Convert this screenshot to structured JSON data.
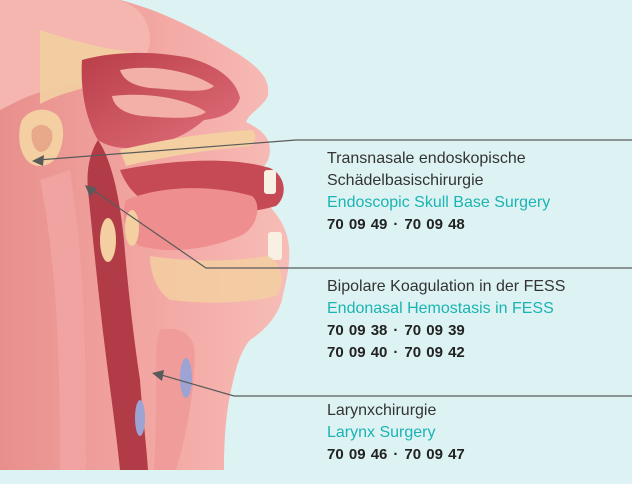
{
  "colors": {
    "background_panel": "#ddf3f3",
    "tissue": "#f2a5a2",
    "tissue_dark": "#c64a55",
    "tissue_light": "#f8c9c2",
    "bone": "#f3cfa1",
    "cavity": "#d85a66",
    "leader_line": "#5a5a5a",
    "accent_text": "#1bb3b3"
  },
  "labels": [
    {
      "german": [
        "Transnasale endoskopische",
        "Schädelbasischirurgie"
      ],
      "english": "Endoscopic Skull Base Surgery",
      "codes": [
        [
          "70 09 49",
          "70 09 48"
        ]
      ]
    },
    {
      "german": [
        "Bipolare Koagulation in der FESS"
      ],
      "english": "Endonasal Hemostasis in FESS",
      "codes": [
        [
          "70 09 38",
          "70 09 39"
        ],
        [
          "70 09 40",
          "70 09 42"
        ]
      ]
    },
    {
      "german": [
        "Larynxchirurgie"
      ],
      "english": "Larynx Surgery",
      "codes": [
        [
          "70 09 46",
          "70 09 47"
        ]
      ]
    }
  ],
  "code_separator": "·",
  "icons": {
    "illustration": "head-sagittal-section-illustration"
  }
}
